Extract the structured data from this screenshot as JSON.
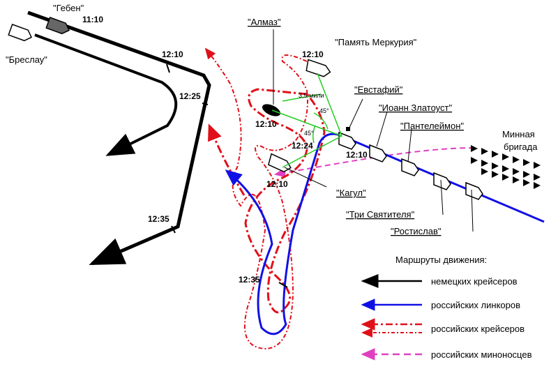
{
  "colors": {
    "german": "#000000",
    "linkor": "#1010e6",
    "cruiser": "#e0101a",
    "destroyer": "#e040c0",
    "angle": "#22cc22",
    "ship_fill": "#ffffff",
    "goeben_fill": "#666666"
  },
  "ships": {
    "goeben": "\"Гебен\"",
    "breslau": "\"Бреслау\"",
    "almaz": "\"Алмаз\"",
    "pamyat": "\"Память Меркурия\"",
    "evstafiy": "\"Евстафий\"",
    "ioann": "\"Иоанн Златоуст\"",
    "panteleimon": "\"Пантелеймон\"",
    "kagul": "\"Кагул\"",
    "tri": "\"Три Святителя\"",
    "rostislav": "\"Ростислав\"",
    "minnaya": "Минная",
    "brigada": "бригада"
  },
  "times": {
    "t1110": "11:10",
    "t1210_german": "12:10",
    "t1225": "12:25",
    "t1235_german": "12:35",
    "t1210_pamyat": "12:10",
    "t1210_almaz": "12:10",
    "t1224": "12:24",
    "t1210_evstafiy": "12:10",
    "t1210_kagul": "12:10",
    "t1235_linkor": "12:35"
  },
  "annotations": {
    "distance": "3,5 мили",
    "angle_a": "45°",
    "angle_b": "45°"
  },
  "legend": {
    "title": "Маршруты движения:",
    "german": "немецких крейсеров",
    "linkor": "российских линкоров",
    "cruiser": "российских крейсеров",
    "destroyer": "российских миноносцев"
  }
}
